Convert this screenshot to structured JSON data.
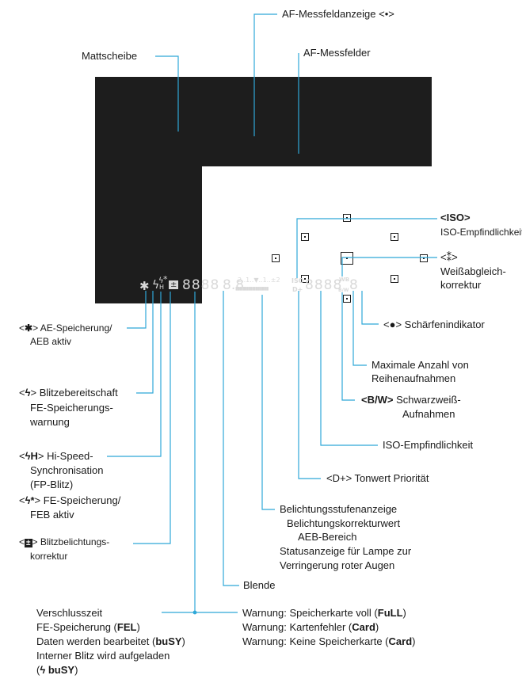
{
  "viewfinder": {
    "segments": {
      "ae_lock": "✱",
      "flash": "ϟ",
      "flash_h": "ϟ",
      "h_sub": "H",
      "fe_star": "*",
      "flash_comp": "±",
      "digits_shutter": "8888",
      "digits_aperture": "8.8",
      "scale_top": "2..1..▼..1..±2",
      "scale_bars": "▮▮▮▮▮▮▮▮▮▮▮▮▮▮▮▮▮▮",
      "iso": "ISO",
      "d_plus": "D+",
      "digits_iso": "8888",
      "wb_top": "WB",
      "bw": "B/W",
      "digit_max": "8",
      "focus_dot": "●"
    }
  },
  "labels": {
    "af_point_display": "AF-Messfeldanzeige <•>",
    "focusing_screen": "Mattscheibe",
    "af_points": "AF-Messfelder",
    "iso_icon": "<ISO>",
    "iso_sensitivity_top": "ISO-Empfindlichkeit",
    "wb_icon": "<⁑>",
    "wb_correction_1": "Weißabgleich-",
    "wb_correction_2": "korrektur",
    "ae_lock_1_pre": "<",
    "ae_lock_icon": "✱",
    "ae_lock_1_post": ">  AE-Speicherung/",
    "ae_lock_2": "AEB aktiv",
    "focus_indicator_pre": "<",
    "focus_indicator_icon": "●",
    "focus_indicator_post": ">  Schärfenindikator",
    "max_burst_1": "Maximale Anzahl von",
    "max_burst_2": "Reihenaufnahmen",
    "flash_ready_pre": "<",
    "flash_ready_icon": "ϟ",
    "flash_ready_post": ">  Blitzebereitschaft",
    "fe_warning_1": "FE-Speicherungs-",
    "fe_warning_2": "warnung",
    "bw_icon": "<B/W>",
    "bw_1": "Schwarzweiß-",
    "bw_2": "Aufnahmen",
    "iso_sensitivity": "ISO-Empfindlichkeit",
    "hispeed_pre": "<",
    "hispeed_icon": "ϟH",
    "hispeed_post": ">  Hi-Speed-",
    "hispeed_2": "Synchronisation",
    "hispeed_3": "(FP-Blitz)",
    "highlight_tone": "<D+>  Tonwert Priorität",
    "fe_lock_pre": "<",
    "fe_lock_icon": "ϟ*",
    "fe_lock_post": "> FE-Speicherung/",
    "fe_lock_2": "FEB aktiv",
    "flash_comp_pre": "<",
    "flash_comp_icon": "±",
    "flash_comp_post": ">  Blitzbelichtungs-",
    "flash_comp_2": "korrektur",
    "exposure_1": "Belichtungsstufenanzeige",
    "exposure_2": "Belichtungskorrekturwert",
    "exposure_3": "AEB-Bereich",
    "exposure_4": "Statusanzeige für Lampe zur",
    "exposure_5": "Verringerung roter Augen",
    "aperture": "Blende",
    "shutter_1": "Verschlusszeit",
    "shutter_2_a": "FE-Speicherung (",
    "shutter_2_b": "FEL",
    "shutter_2_c": ")",
    "shutter_3_a": "Daten werden bearbeitet (",
    "shutter_3_b": "buSY",
    "shutter_3_c": ")",
    "shutter_4": "Interner Blitz wird aufgeladen",
    "shutter_5_a": "(",
    "shutter_5_b": "ϟ buSY",
    "shutter_5_c": ")",
    "warn_1_a": "Warnung: Speicherkarte voll (",
    "warn_1_b": "FuLL",
    "warn_1_c": ")",
    "warn_2_a": "Warnung: Kartenfehler (",
    "warn_2_b": "Card",
    "warn_2_c": ")",
    "warn_3_a": "Warnung: Keine Speicherkarte (",
    "warn_3_b": "Card",
    "warn_3_c": ")"
  }
}
